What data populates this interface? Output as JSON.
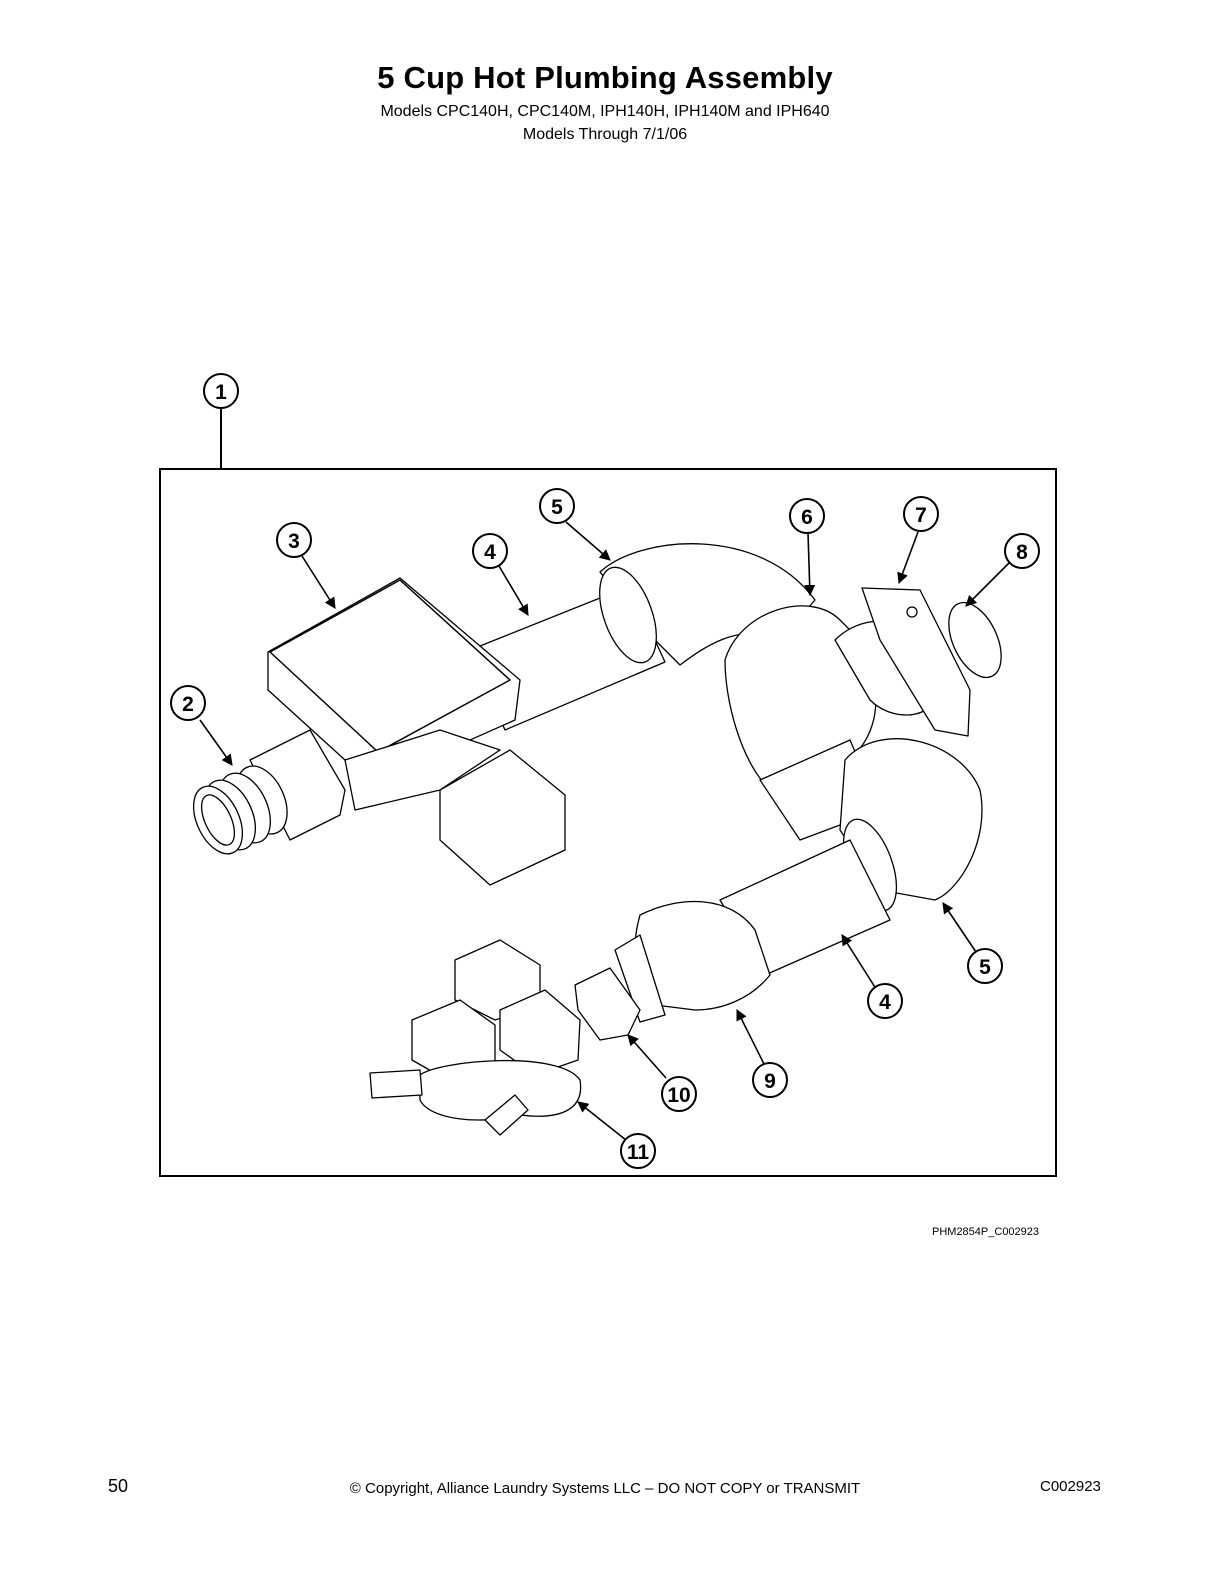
{
  "header": {
    "title": "5 Cup Hot Plumbing Assembly",
    "subtitle_line1": "Models CPC140H, CPC140M, IPH140H, IPH140M and IPH640",
    "subtitle_line2": "Models Through 7/1/06"
  },
  "diagram": {
    "callouts": [
      {
        "label": "1"
      },
      {
        "label": "2"
      },
      {
        "label": "3"
      },
      {
        "label": "4"
      },
      {
        "label": "5"
      },
      {
        "label": "6"
      },
      {
        "label": "7"
      },
      {
        "label": "8"
      },
      {
        "label": "5"
      },
      {
        "label": "4"
      },
      {
        "label": "9"
      },
      {
        "label": "10"
      },
      {
        "label": "11"
      }
    ],
    "drawing_code": "PHM2854P_C002923"
  },
  "footer": {
    "page_number": "50",
    "copyright": "© Copyright, Alliance Laundry Systems LLC – DO NOT COPY or TRANSMIT",
    "doc_code": "C002923"
  }
}
